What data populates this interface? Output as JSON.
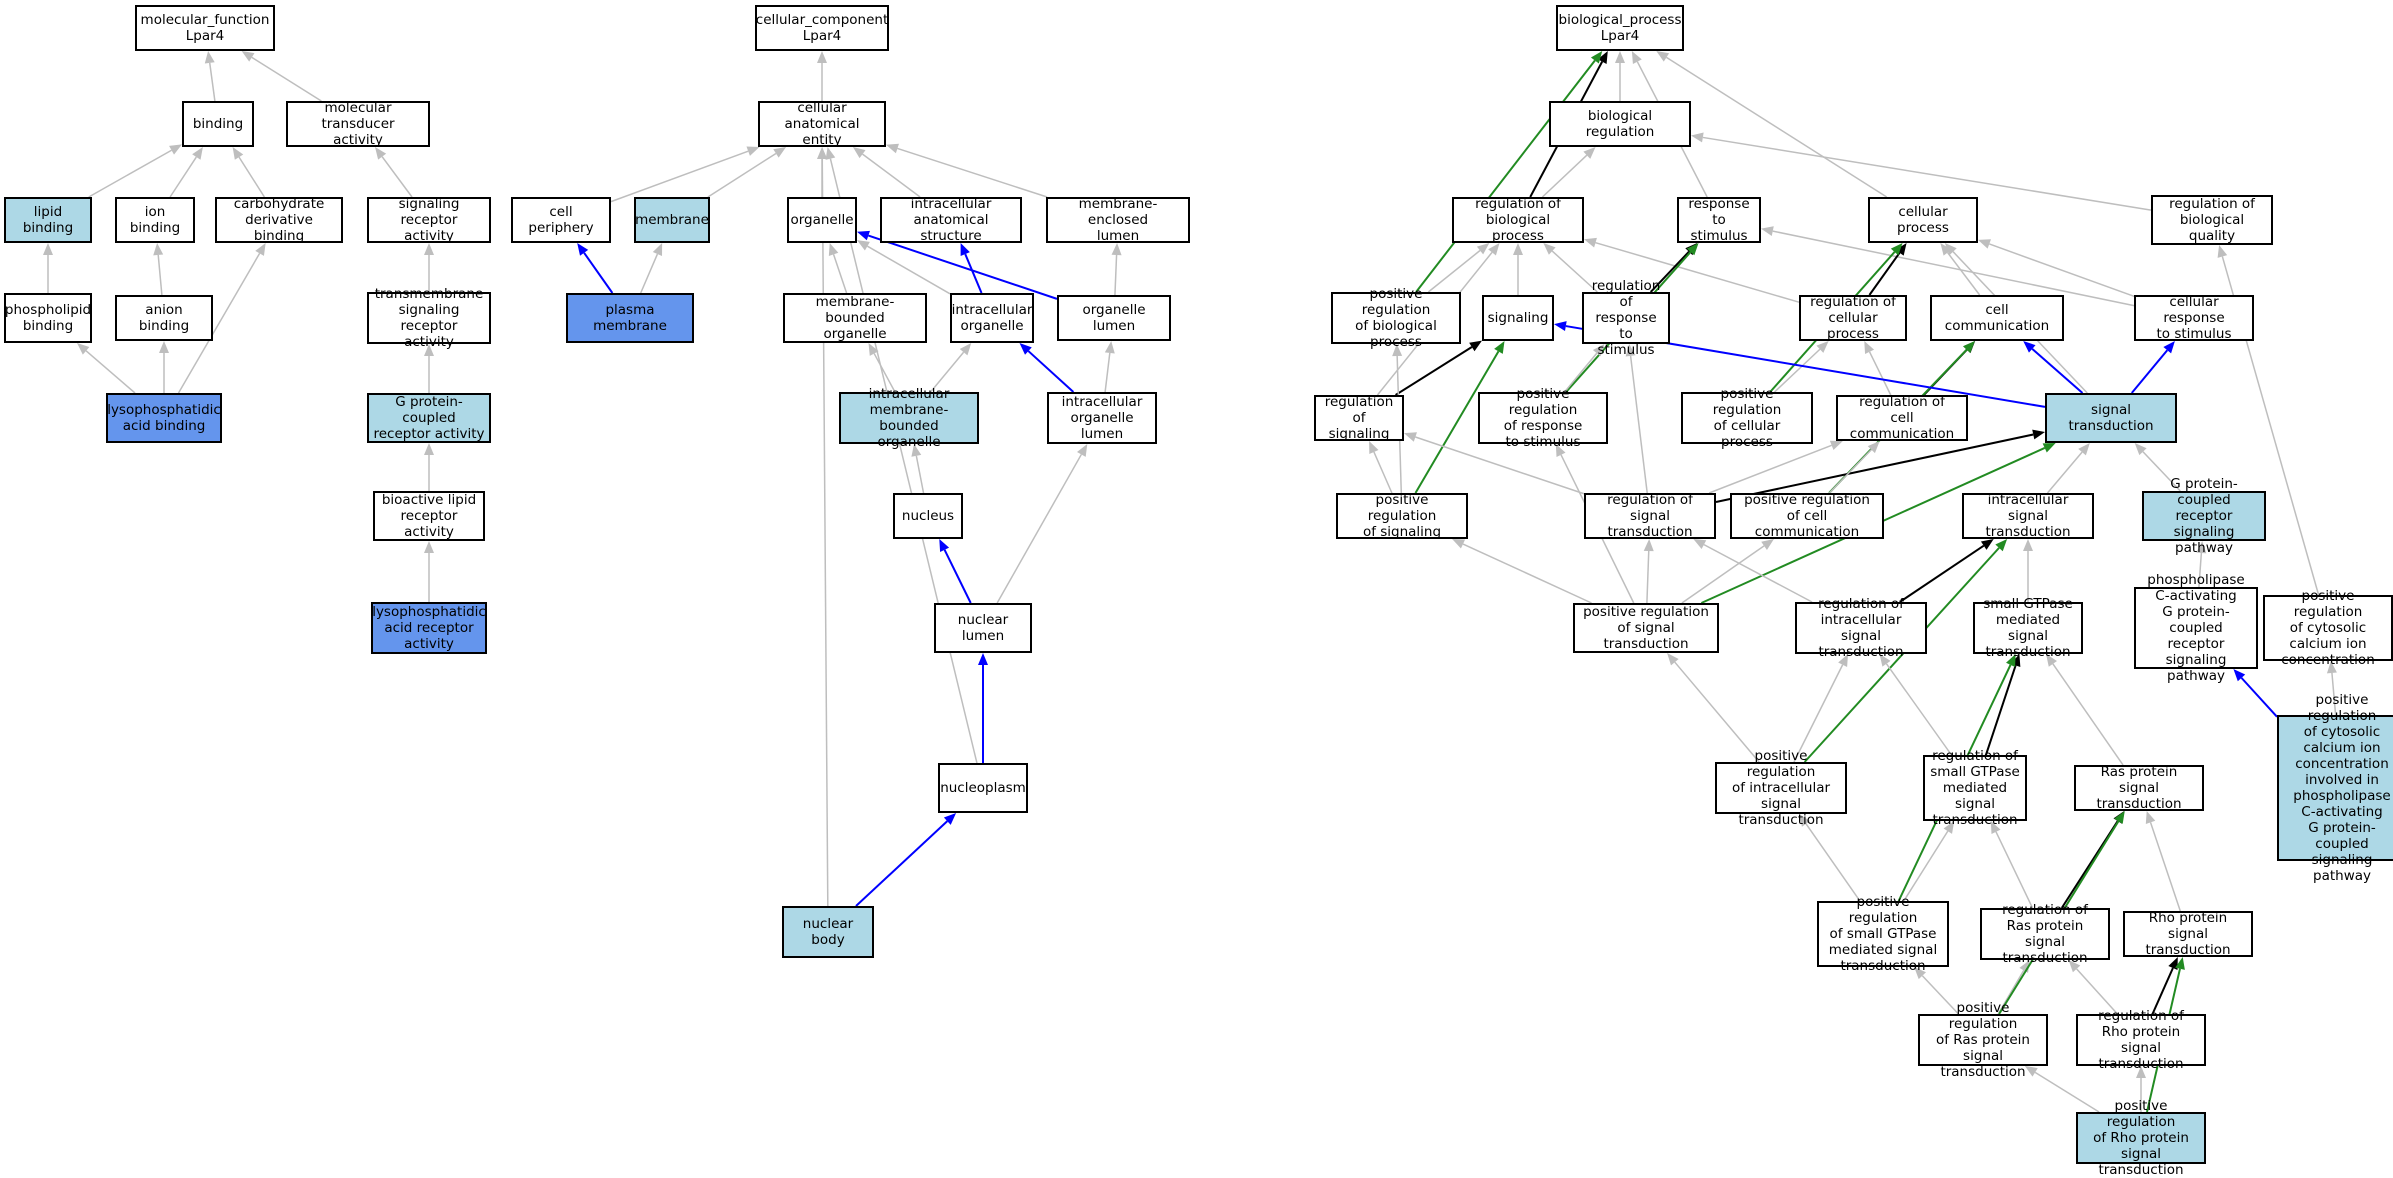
{
  "colors": {
    "is_a": "#bebebe",
    "part_of": "#0000ff",
    "regulates": "#000000",
    "positively_regulates": "#228b22",
    "annotated": "#6495ed",
    "ancestor_highlight": "#add8e6",
    "default": "#ffffff"
  },
  "nodes": [
    {
      "id": "mf_root",
      "label": "molecular_function\nLpar4",
      "fill": "white"
    },
    {
      "id": "binding",
      "label": "binding",
      "fill": "white"
    },
    {
      "id": "mol_transducer",
      "label": "molecular transducer\nactivity",
      "fill": "white"
    },
    {
      "id": "lipid_binding",
      "label": "lipid binding",
      "fill": "light"
    },
    {
      "id": "ion_binding",
      "label": "ion binding",
      "fill": "white"
    },
    {
      "id": "carb_deriv_binding",
      "label": "carbohydrate\nderivative binding",
      "fill": "white"
    },
    {
      "id": "sig_receptor_act",
      "label": "signaling receptor\nactivity",
      "fill": "white"
    },
    {
      "id": "phospholipid_binding",
      "label": "phospholipid\nbinding",
      "fill": "white"
    },
    {
      "id": "anion_binding",
      "label": "anion binding",
      "fill": "white"
    },
    {
      "id": "tm_sig_receptor_act",
      "label": "transmembrane\nsignaling receptor\nactivity",
      "fill": "white"
    },
    {
      "id": "lpa_binding",
      "label": "lysophosphatidic\nacid binding",
      "fill": "blue"
    },
    {
      "id": "gpcr_act",
      "label": "G protein-coupled\nreceptor activity",
      "fill": "light"
    },
    {
      "id": "bioactive_lipid_rec",
      "label": "bioactive lipid\nreceptor activity",
      "fill": "white"
    },
    {
      "id": "lpa_receptor_act",
      "label": "lysophosphatidic\nacid receptor\nactivity",
      "fill": "blue"
    },
    {
      "id": "cc_root",
      "label": "cellular_component\nLpar4",
      "fill": "white"
    },
    {
      "id": "cell_anat_entity",
      "label": "cellular anatomical\nentity",
      "fill": "white"
    },
    {
      "id": "cell_periphery",
      "label": "cell periphery",
      "fill": "white"
    },
    {
      "id": "membrane",
      "label": "membrane",
      "fill": "light"
    },
    {
      "id": "organelle",
      "label": "organelle",
      "fill": "white"
    },
    {
      "id": "intracell_anat_struct",
      "label": "intracellular\nanatomical structure",
      "fill": "white"
    },
    {
      "id": "mem_encl_lumen",
      "label": "membrane-enclosed\nlumen",
      "fill": "white"
    },
    {
      "id": "plasma_membrane",
      "label": "plasma membrane",
      "fill": "blue"
    },
    {
      "id": "mem_bounded_org",
      "label": "membrane-bounded\norganelle",
      "fill": "white"
    },
    {
      "id": "intracell_organelle",
      "label": "intracellular\norganelle",
      "fill": "white"
    },
    {
      "id": "organelle_lumen",
      "label": "organelle lumen",
      "fill": "white"
    },
    {
      "id": "intracell_mb_org",
      "label": "intracellular\nmembrane-bounded\norganelle",
      "fill": "light"
    },
    {
      "id": "intracell_org_lumen",
      "label": "intracellular\norganelle lumen",
      "fill": "white"
    },
    {
      "id": "nucleus",
      "label": "nucleus",
      "fill": "white"
    },
    {
      "id": "nuclear_lumen",
      "label": "nuclear lumen",
      "fill": "white"
    },
    {
      "id": "nucleoplasm",
      "label": "nucleoplasm",
      "fill": "white"
    },
    {
      "id": "nuclear_body",
      "label": "nuclear body",
      "fill": "light"
    },
    {
      "id": "bp_root",
      "label": "biological_process\nLpar4",
      "fill": "white"
    },
    {
      "id": "bio_reg",
      "label": "biological regulation",
      "fill": "white"
    },
    {
      "id": "reg_bio_proc",
      "label": "regulation of\nbiological process",
      "fill": "white"
    },
    {
      "id": "resp_stim",
      "label": "response to\nstimulus",
      "fill": "white"
    },
    {
      "id": "cell_proc",
      "label": "cellular process",
      "fill": "white"
    },
    {
      "id": "reg_bio_quality",
      "label": "regulation of\nbiological quality",
      "fill": "white"
    },
    {
      "id": "pos_reg_bio_proc",
      "label": "positive regulation\nof biological\nprocess",
      "fill": "white"
    },
    {
      "id": "signaling",
      "label": "signaling",
      "fill": "white"
    },
    {
      "id": "reg_resp_stim",
      "label": "regulation of\nresponse to\nstimulus",
      "fill": "white"
    },
    {
      "id": "reg_cell_proc",
      "label": "regulation of\ncellular process",
      "fill": "white"
    },
    {
      "id": "cell_comm",
      "label": "cell communication",
      "fill": "white"
    },
    {
      "id": "cell_resp_stim",
      "label": "cellular response\nto stimulus",
      "fill": "white"
    },
    {
      "id": "reg_signaling",
      "label": "regulation of\nsignaling",
      "fill": "white"
    },
    {
      "id": "pos_reg_resp_stim",
      "label": "positive regulation\nof response\nto stimulus",
      "fill": "white"
    },
    {
      "id": "pos_reg_cell_proc",
      "label": "positive regulation\nof cellular\nprocess",
      "fill": "white"
    },
    {
      "id": "reg_cell_comm",
      "label": "regulation of\ncell communication",
      "fill": "white"
    },
    {
      "id": "signal_transduction",
      "label": "signal transduction",
      "fill": "light"
    },
    {
      "id": "pos_reg_signaling",
      "label": "positive regulation\nof signaling",
      "fill": "white"
    },
    {
      "id": "reg_sig_trans",
      "label": "regulation of\nsignal transduction",
      "fill": "white"
    },
    {
      "id": "pos_reg_cell_comm",
      "label": "positive regulation\nof cell communication",
      "fill": "white"
    },
    {
      "id": "intracell_sig_trans",
      "label": "intracellular\nsignal transduction",
      "fill": "white"
    },
    {
      "id": "gpcr_sig_path",
      "label": "G protein-coupled\nreceptor signaling\npathway",
      "fill": "light"
    },
    {
      "id": "pos_reg_sig_trans",
      "label": "positive regulation\nof signal transduction",
      "fill": "white"
    },
    {
      "id": "reg_intracell_sig",
      "label": "regulation of\nintracellular\nsignal transduction",
      "fill": "white"
    },
    {
      "id": "small_gtpase_sig",
      "label": "small GTPase\nmediated signal\ntransduction",
      "fill": "white"
    },
    {
      "id": "plc_gpcr_path",
      "label": "phospholipase\nC-activating\nG protein-coupled\nreceptor signaling\npathway",
      "fill": "white"
    },
    {
      "id": "pos_reg_cyto_ca",
      "label": "positive regulation\nof cytosolic\ncalcium ion\nconcentration",
      "fill": "white"
    },
    {
      "id": "pos_reg_intracell_sig",
      "label": "positive regulation\nof intracellular\nsignal transduction",
      "fill": "white"
    },
    {
      "id": "reg_small_gtpase",
      "label": "regulation of\nsmall GTPase\nmediated signal\ntransduction",
      "fill": "white"
    },
    {
      "id": "ras_sig",
      "label": "Ras protein\nsignal transduction",
      "fill": "white"
    },
    {
      "id": "pos_reg_cyto_ca_plc",
      "label": "positive regulation\nof cytosolic\ncalcium ion\nconcentration\ninvolved in\nphospholipase\nC-activating\nG protein-coupled\nsignaling pathway",
      "fill": "light"
    },
    {
      "id": "pos_reg_small_gtpase",
      "label": "positive regulation\nof small GTPase\nmediated signal\ntransduction",
      "fill": "white"
    },
    {
      "id": "reg_ras_sig",
      "label": "regulation of\nRas protein\nsignal transduction",
      "fill": "white"
    },
    {
      "id": "rho_sig",
      "label": "Rho protein\nsignal transduction",
      "fill": "white"
    },
    {
      "id": "pos_reg_ras_sig",
      "label": "positive regulation\nof Ras protein\nsignal transduction",
      "fill": "white"
    },
    {
      "id": "reg_rho_sig",
      "label": "regulation of\nRho protein\nsignal transduction",
      "fill": "white"
    },
    {
      "id": "pos_reg_rho_sig",
      "label": "positive regulation\nof Rho protein\nsignal transduction",
      "fill": "light"
    }
  ],
  "edges": [
    {
      "from": "binding",
      "to": "mf_root",
      "type": "is_a"
    },
    {
      "from": "mol_transducer",
      "to": "mf_root",
      "type": "is_a"
    },
    {
      "from": "lipid_binding",
      "to": "binding",
      "type": "is_a"
    },
    {
      "from": "ion_binding",
      "to": "binding",
      "type": "is_a"
    },
    {
      "from": "carb_deriv_binding",
      "to": "binding",
      "type": "is_a"
    },
    {
      "from": "sig_receptor_act",
      "to": "mol_transducer",
      "type": "is_a"
    },
    {
      "from": "phospholipid_binding",
      "to": "lipid_binding",
      "type": "is_a"
    },
    {
      "from": "anion_binding",
      "to": "ion_binding",
      "type": "is_a"
    },
    {
      "from": "tm_sig_receptor_act",
      "to": "sig_receptor_act",
      "type": "is_a"
    },
    {
      "from": "lpa_binding",
      "to": "phospholipid_binding",
      "type": "is_a"
    },
    {
      "from": "lpa_binding",
      "to": "anion_binding",
      "type": "is_a"
    },
    {
      "from": "lpa_binding",
      "to": "carb_deriv_binding",
      "type": "is_a"
    },
    {
      "from": "gpcr_act",
      "to": "tm_sig_receptor_act",
      "type": "is_a"
    },
    {
      "from": "bioactive_lipid_rec",
      "to": "gpcr_act",
      "type": "is_a"
    },
    {
      "from": "lpa_receptor_act",
      "to": "bioactive_lipid_rec",
      "type": "is_a"
    },
    {
      "from": "cell_anat_entity",
      "to": "cc_root",
      "type": "is_a"
    },
    {
      "from": "cell_periphery",
      "to": "cell_anat_entity",
      "type": "is_a"
    },
    {
      "from": "membrane",
      "to": "cell_anat_entity",
      "type": "is_a"
    },
    {
      "from": "organelle",
      "to": "cell_anat_entity",
      "type": "is_a"
    },
    {
      "from": "intracell_anat_struct",
      "to": "cell_anat_entity",
      "type": "is_a"
    },
    {
      "from": "mem_encl_lumen",
      "to": "cell_anat_entity",
      "type": "is_a"
    },
    {
      "from": "plasma_membrane",
      "to": "cell_periphery",
      "type": "part_of"
    },
    {
      "from": "plasma_membrane",
      "to": "membrane",
      "type": "is_a"
    },
    {
      "from": "mem_bounded_org",
      "to": "organelle",
      "type": "is_a"
    },
    {
      "from": "intracell_organelle",
      "to": "organelle",
      "type": "is_a"
    },
    {
      "from": "intracell_organelle",
      "to": "intracell_anat_struct",
      "type": "part_of"
    },
    {
      "from": "organelle_lumen",
      "to": "organelle",
      "type": "part_of"
    },
    {
      "from": "organelle_lumen",
      "to": "mem_encl_lumen",
      "type": "is_a"
    },
    {
      "from": "intracell_mb_org",
      "to": "mem_bounded_org",
      "type": "is_a"
    },
    {
      "from": "intracell_mb_org",
      "to": "intracell_organelle",
      "type": "is_a"
    },
    {
      "from": "intracell_org_lumen",
      "to": "intracell_organelle",
      "type": "part_of"
    },
    {
      "from": "intracell_org_lumen",
      "to": "organelle_lumen",
      "type": "is_a"
    },
    {
      "from": "nucleus",
      "to": "intracell_mb_org",
      "type": "is_a"
    },
    {
      "from": "nuclear_lumen",
      "to": "nucleus",
      "type": "part_of"
    },
    {
      "from": "nuclear_lumen",
      "to": "intracell_org_lumen",
      "type": "is_a"
    },
    {
      "from": "nucleoplasm",
      "to": "nuclear_lumen",
      "type": "part_of"
    },
    {
      "from": "nucleoplasm",
      "to": "cell_anat_entity",
      "type": "is_a"
    },
    {
      "from": "nuclear_body",
      "to": "nucleoplasm",
      "type": "part_of"
    },
    {
      "from": "nuclear_body",
      "to": "cell_anat_entity",
      "type": "is_a"
    },
    {
      "from": "bio_reg",
      "to": "bp_root",
      "type": "is_a"
    },
    {
      "from": "resp_stim",
      "to": "bp_root",
      "type": "is_a"
    },
    {
      "from": "cell_proc",
      "to": "bp_root",
      "type": "is_a"
    },
    {
      "from": "reg_bio_proc",
      "to": "bp_root",
      "type": "regulates"
    },
    {
      "from": "pos_reg_bio_proc",
      "to": "bp_root",
      "type": "positively_regulates"
    },
    {
      "from": "reg_bio_proc",
      "to": "bio_reg",
      "type": "is_a"
    },
    {
      "from": "reg_bio_quality",
      "to": "bio_reg",
      "type": "is_a"
    },
    {
      "from": "pos_reg_bio_proc",
      "to": "reg_bio_proc",
      "type": "is_a"
    },
    {
      "from": "signaling",
      "to": "reg_bio_proc",
      "type": "is_a"
    },
    {
      "from": "reg_resp_stim",
      "to": "reg_bio_proc",
      "type": "is_a"
    },
    {
      "from": "reg_cell_proc",
      "to": "reg_bio_proc",
      "type": "is_a"
    },
    {
      "from": "reg_resp_stim",
      "to": "resp_stim",
      "type": "regulates"
    },
    {
      "from": "pos_reg_resp_stim",
      "to": "resp_stim",
      "type": "positively_regulates"
    },
    {
      "from": "cell_resp_stim",
      "to": "resp_stim",
      "type": "is_a"
    },
    {
      "from": "reg_cell_proc",
      "to": "cell_proc",
      "type": "regulates"
    },
    {
      "from": "pos_reg_cell_proc",
      "to": "cell_proc",
      "type": "positively_regulates"
    },
    {
      "from": "cell_comm",
      "to": "cell_proc",
      "type": "is_a"
    },
    {
      "from": "cell_resp_stim",
      "to": "cell_proc",
      "type": "is_a"
    },
    {
      "from": "reg_signaling",
      "to": "signaling",
      "type": "regulates"
    },
    {
      "from": "pos_reg_signaling",
      "to": "signaling",
      "type": "positively_regulates"
    },
    {
      "from": "reg_signaling",
      "to": "reg_bio_proc",
      "type": "is_a"
    },
    {
      "from": "pos_reg_resp_stim",
      "to": "reg_resp_stim",
      "type": "is_a"
    },
    {
      "from": "pos_reg_cell_proc",
      "to": "reg_cell_proc",
      "type": "is_a"
    },
    {
      "from": "reg_cell_comm",
      "to": "reg_cell_proc",
      "type": "is_a"
    },
    {
      "from": "reg_cell_comm",
      "to": "cell_comm",
      "type": "regulates"
    },
    {
      "from": "pos_reg_cell_comm",
      "to": "cell_comm",
      "type": "positively_regulates"
    },
    {
      "from": "signal_transduction",
      "to": "signaling",
      "type": "part_of"
    },
    {
      "from": "signal_transduction",
      "to": "cell_comm",
      "type": "part_of"
    },
    {
      "from": "signal_transduction",
      "to": "cell_resp_stim",
      "type": "part_of"
    },
    {
      "from": "signal_transduction",
      "to": "cell_proc",
      "type": "is_a"
    },
    {
      "from": "pos_reg_signaling",
      "to": "reg_signaling",
      "type": "is_a"
    },
    {
      "from": "pos_reg_signaling",
      "to": "pos_reg_bio_proc",
      "type": "is_a"
    },
    {
      "from": "reg_sig_trans",
      "to": "reg_signaling",
      "type": "is_a"
    },
    {
      "from": "reg_sig_trans",
      "to": "reg_resp_stim",
      "type": "is_a"
    },
    {
      "from": "reg_sig_trans",
      "to": "reg_cell_comm",
      "type": "is_a"
    },
    {
      "from": "reg_sig_trans",
      "to": "signal_transduction",
      "type": "regulates"
    },
    {
      "from": "pos_reg_cell_comm",
      "to": "reg_cell_comm",
      "type": "is_a"
    },
    {
      "from": "pos_reg_sig_trans",
      "to": "signal_transduction",
      "type": "positively_regulates"
    },
    {
      "from": "pos_reg_sig_trans",
      "to": "reg_sig_trans",
      "type": "is_a"
    },
    {
      "from": "pos_reg_sig_trans",
      "to": "pos_reg_signaling",
      "type": "is_a"
    },
    {
      "from": "pos_reg_sig_trans",
      "to": "pos_reg_resp_stim",
      "type": "is_a"
    },
    {
      "from": "pos_reg_sig_trans",
      "to": "pos_reg_cell_comm",
      "type": "is_a"
    },
    {
      "from": "intracell_sig_trans",
      "to": "signal_transduction",
      "type": "is_a"
    },
    {
      "from": "gpcr_sig_path",
      "to": "signal_transduction",
      "type": "is_a"
    },
    {
      "from": "reg_intracell_sig",
      "to": "intracell_sig_trans",
      "type": "regulates"
    },
    {
      "from": "reg_intracell_sig",
      "to": "reg_sig_trans",
      "type": "is_a"
    },
    {
      "from": "small_gtpase_sig",
      "to": "intracell_sig_trans",
      "type": "is_a"
    },
    {
      "from": "plc_gpcr_path",
      "to": "gpcr_sig_path",
      "type": "is_a"
    },
    {
      "from": "pos_reg_cyto_ca",
      "to": "reg_bio_quality",
      "type": "is_a"
    },
    {
      "from": "pos_reg_intracell_sig",
      "to": "reg_intracell_sig",
      "type": "is_a"
    },
    {
      "from": "pos_reg_intracell_sig",
      "to": "pos_reg_sig_trans",
      "type": "is_a"
    },
    {
      "from": "pos_reg_intracell_sig",
      "to": "intracell_sig_trans",
      "type": "positively_regulates"
    },
    {
      "from": "reg_small_gtpase",
      "to": "small_gtpase_sig",
      "type": "regulates"
    },
    {
      "from": "reg_small_gtpase",
      "to": "reg_intracell_sig",
      "type": "is_a"
    },
    {
      "from": "ras_sig",
      "to": "small_gtpase_sig",
      "type": "is_a"
    },
    {
      "from": "pos_reg_cyto_ca_plc",
      "to": "plc_gpcr_path",
      "type": "part_of"
    },
    {
      "from": "pos_reg_cyto_ca_plc",
      "to": "pos_reg_cyto_ca",
      "type": "is_a"
    },
    {
      "from": "pos_reg_small_gtpase",
      "to": "reg_small_gtpase",
      "type": "is_a"
    },
    {
      "from": "pos_reg_small_gtpase",
      "to": "pos_reg_intracell_sig",
      "type": "is_a"
    },
    {
      "from": "pos_reg_small_gtpase",
      "to": "small_gtpase_sig",
      "type": "positively_regulates"
    },
    {
      "from": "reg_ras_sig",
      "to": "ras_sig",
      "type": "regulates"
    },
    {
      "from": "reg_ras_sig",
      "to": "reg_small_gtpase",
      "type": "is_a"
    },
    {
      "from": "rho_sig",
      "to": "ras_sig",
      "type": "is_a"
    },
    {
      "from": "pos_reg_ras_sig",
      "to": "reg_ras_sig",
      "type": "is_a"
    },
    {
      "from": "pos_reg_ras_sig",
      "to": "pos_reg_small_gtpase",
      "type": "is_a"
    },
    {
      "from": "pos_reg_ras_sig",
      "to": "ras_sig",
      "type": "positively_regulates"
    },
    {
      "from": "reg_rho_sig",
      "to": "rho_sig",
      "type": "regulates"
    },
    {
      "from": "reg_rho_sig",
      "to": "reg_ras_sig",
      "type": "is_a"
    },
    {
      "from": "pos_reg_rho_sig",
      "to": "reg_rho_sig",
      "type": "is_a"
    },
    {
      "from": "pos_reg_rho_sig",
      "to": "pos_reg_ras_sig",
      "type": "is_a"
    },
    {
      "from": "pos_reg_rho_sig",
      "to": "rho_sig",
      "type": "positively_regulates"
    }
  ]
}
